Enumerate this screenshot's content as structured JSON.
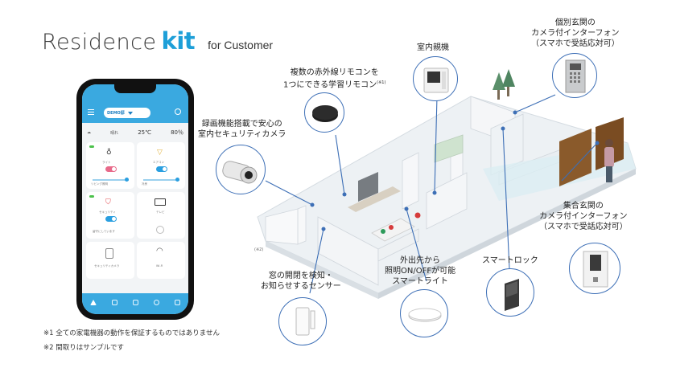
{
  "brand": {
    "name": "Residence",
    "kit": "kit",
    "sub": "for Customer"
  },
  "labels": {
    "ir_remote_line1": "複数の赤外線リモコンを",
    "ir_remote_line2": "1つにできる学習リモコン",
    "ir_remote_note": "(※1)",
    "indoor_monitor": "室内親機",
    "door_intercom_line1": "個別玄関の",
    "door_intercom_line2": "カメラ付インターフォン",
    "door_intercom_line3": "（スマホで受話応対可）",
    "camera_line1": "録画機能搭載で安心の",
    "camera_line2": "室内セキュリティカメラ",
    "entrance_intercom_line1": "集合玄関の",
    "entrance_intercom_line2": "カメラ付インターフォン",
    "entrance_intercom_line3": "（スマホで受話応対可）",
    "smartlock": "スマートロック",
    "light_line1": "外出先から",
    "light_line2": "照明ON/OFFが可能",
    "light_line3": "スマートライト",
    "sensor_line1": "窓の開閉を検知・",
    "sensor_line2": "お知らせするセンサー",
    "plan_tag": "(※2)"
  },
  "notes": [
    "※1 全ての家電機器の動作を保証するものではありません",
    "※2 間取りはサンプルです"
  ],
  "phone": {
    "home_name": "DEMO邸",
    "weather_label": "晴れ",
    "temp_out": "25℃",
    "humidity": "80％",
    "card1_label": "ライト",
    "card2_label": "エアコン",
    "card3_label": "セキュリティ",
    "card3_status": "留守にしています",
    "card4_label": "テレビ",
    "card5_label": "セキュリティカメラ",
    "card6_label": "Wi-Fi",
    "card1_sub": "リビング照明",
    "card2_sub": "冷房"
  },
  "colors": {
    "brand_blue": "#1e9fd8",
    "app_blue": "#3aa9e0",
    "circle_border": "#3d6fb6",
    "wood": "#8a5a2b"
  }
}
